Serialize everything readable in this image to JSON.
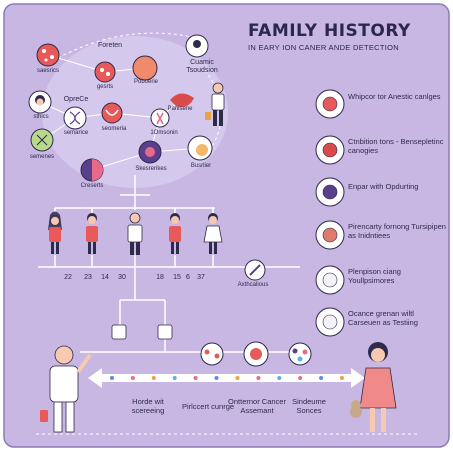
{
  "header": {
    "title": "FAMILY HISTORY",
    "subtitle": "IN EARY ION CANER ANDE DETECTION"
  },
  "cluster": {
    "labels": [
      "Foreten",
      "saesrics",
      "Poboerie",
      "Cuamic Tsoudsion",
      "gesrts",
      "OpreCe",
      "sthics",
      "semarice",
      "seomeria",
      "Panisene",
      "1Omsonin",
      "Busrlier",
      "semenes",
      "Skesrerikes",
      "Creserts"
    ]
  },
  "tree": {
    "ages": [
      "22",
      "23",
      "14",
      "30",
      "18",
      "15",
      "6",
      "37"
    ],
    "side_label": "Axthcalious"
  },
  "right_panel": {
    "items": [
      {
        "text": "Whipcor tor Anestic canlges",
        "color": "#e85a5a"
      },
      {
        "text": "Ctnbition tons - Bensepletinc canogies",
        "color": "#d94a4a"
      },
      {
        "text": "Enpar with Opdurting",
        "color": "#5a3f8c"
      },
      {
        "text": "Pirencarty fornong Tursipipen as Inidntiees",
        "color": "#e07a6a"
      },
      {
        "text": "Plenpison ciang Youllpsimores",
        "color": "#f4f2f8"
      },
      {
        "text": "Ocance grenan wiltl Carseuen as Testiing",
        "color": "#f4f2f8"
      }
    ]
  },
  "timeline": {
    "labels": [
      "Horde wit scereeing",
      "Pirlccert cunrge",
      "Ontternor Cancer Assemant",
      "Sindeume Sonces"
    ],
    "dot_colors": [
      "#5a8de0",
      "#e86a8a",
      "#e8a24a",
      "#5ab0e0",
      "#e86a8a",
      "#5a8de0",
      "#e8a24a",
      "#e86a8a",
      "#5ab0e0",
      "#e86a8a",
      "#5a8de0",
      "#e8a24a"
    ]
  },
  "colors": {
    "background": "#c9b7e3",
    "border": "#8a7bb2",
    "line": "#ffffff",
    "dark": "#2e2a4a",
    "red": "#e85a5a",
    "pink": "#f08a8a",
    "purple": "#5a3f8c"
  }
}
